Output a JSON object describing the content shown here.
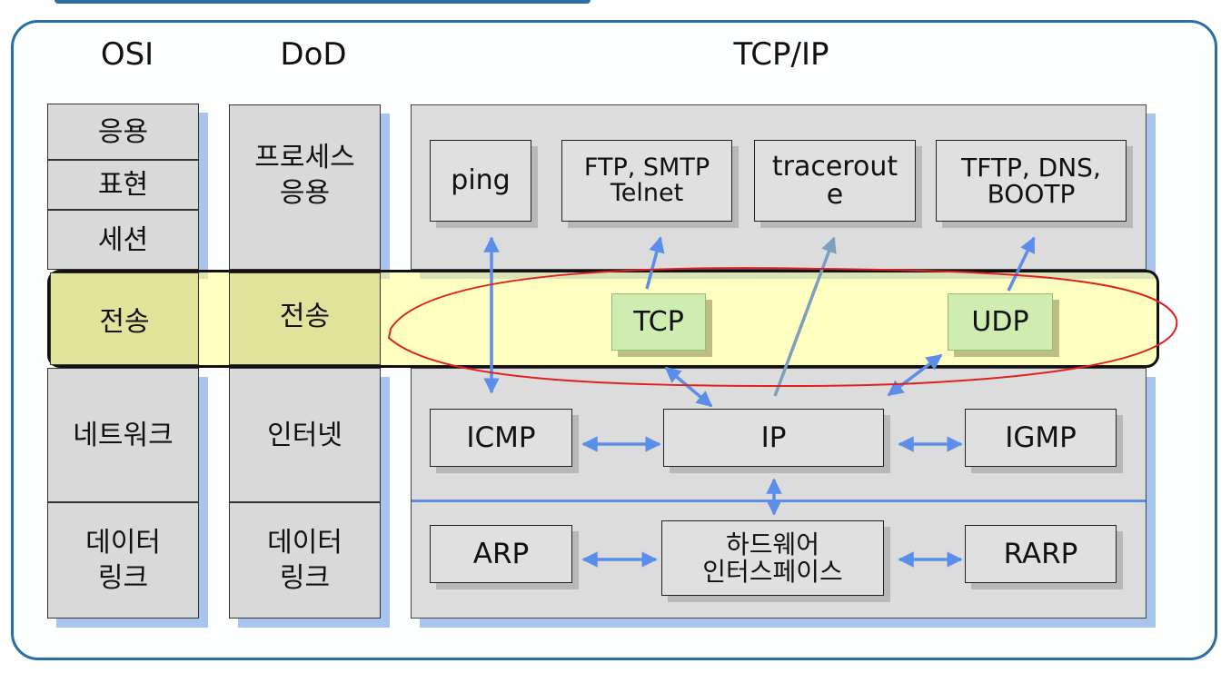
{
  "columns": {
    "osi": "OSI",
    "dod": "DoD",
    "tcpip": "TCP/IP"
  },
  "osi_layers": {
    "application": "응용",
    "presentation": "표현",
    "session": "세션",
    "transport": "전송",
    "network": "네트워크",
    "datalink": "데이터\n링크"
  },
  "dod_layers": {
    "process": "프로세스\n응용",
    "transport": "전송",
    "internet": "인터넷",
    "datalink": "데이터\n링크"
  },
  "application_protocols": {
    "ping": "ping",
    "ftp": "FTP, SMTP\nTelnet",
    "traceroute": "tracerout\ne",
    "tftp": "TFTP, DNS,\nBOOTP"
  },
  "transport_protocols": {
    "tcp": "TCP",
    "udp": "UDP"
  },
  "internet_protocols": {
    "icmp": "ICMP",
    "ip": "IP",
    "igmp": "IGMP"
  },
  "link_protocols": {
    "arp": "ARP",
    "hw": "하드웨어\n인터스페이스",
    "rarp": "RARP"
  },
  "colors": {
    "frame": "#2a6ea6",
    "arrow": "#5a8ee8",
    "highlight": "#ffff8c",
    "annotation": "#e02020"
  }
}
